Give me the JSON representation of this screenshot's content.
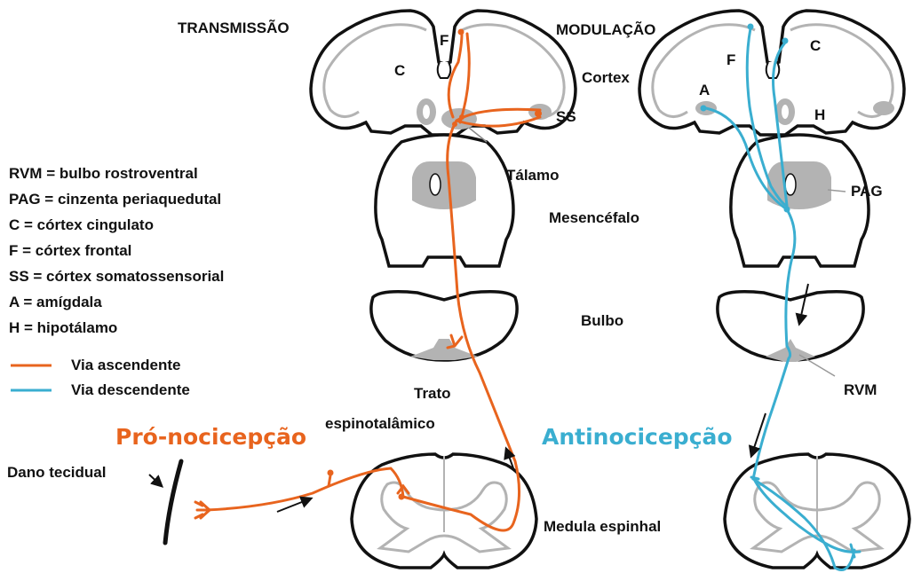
{
  "titles": {
    "left": "TRANSMISSÃO",
    "right": "MODULAÇÃO"
  },
  "legend": {
    "abbreviations": [
      "RVM = bulbo rostroventral",
      "PAG = cinzenta periaquedutal",
      "C = córtex cingulato",
      "F = córtex frontal",
      "SS = córtex somatossensorial",
      "A = amígdala",
      "H = hipotálamo"
    ],
    "ascending": "Via ascendente",
    "descending": "Via descendente"
  },
  "structures": {
    "cortex": "Cortex",
    "talamo": "Tálamo",
    "mesencefalo": "Mesencéfalo",
    "bulbo": "Bulbo",
    "trato_line1": "Trato",
    "trato_line2": "espinotalâmico",
    "medula": "Medula espinhal",
    "dano": "Dano tecidual"
  },
  "left_brain": {
    "c": "C",
    "f": "F",
    "ss": "SS"
  },
  "right_brain": {
    "f": "F",
    "c": "C",
    "a": "A",
    "h": "H",
    "pag": "PAG",
    "rvm": "RVM"
  },
  "headlines": {
    "pro": "Pró-nocicepção",
    "anti": "Antinocicepção"
  },
  "colors": {
    "ascending": "#e8641e",
    "descending": "#3aaed0",
    "outline": "#111111",
    "grey_matter": "#b3b3b3"
  }
}
